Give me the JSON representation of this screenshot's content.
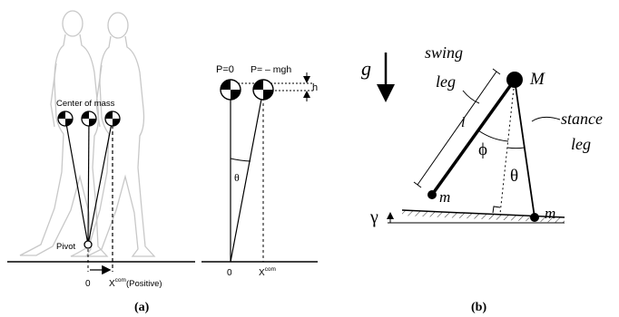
{
  "panel_a": {
    "center_of_mass_label": "Center of mass",
    "pivot_label": "Pivot",
    "axis_zero": "0",
    "xcom_base": "X",
    "xcom_sup": "com",
    "xcom_suffix": "(Positive)",
    "p_zero_label": "P=0",
    "p_neg_label": "P= – mgh",
    "h_label": "h",
    "theta_label": "θ",
    "axis_zero_2": "0",
    "xcom_base_2": "X",
    "xcom_sup_2": "com",
    "caption": "(a)"
  },
  "panel_b": {
    "g_label": "g",
    "swing_label_1": "swing",
    "swing_label_2": "leg",
    "M_label": "M",
    "l_label": "l",
    "stance_label_1": "stance",
    "stance_label_2": "leg",
    "phi_label": "ϕ",
    "theta_label": "θ",
    "m_left_label": "m",
    "m_right_label": "m",
    "gamma_label": "γ",
    "caption": "(b)"
  }
}
